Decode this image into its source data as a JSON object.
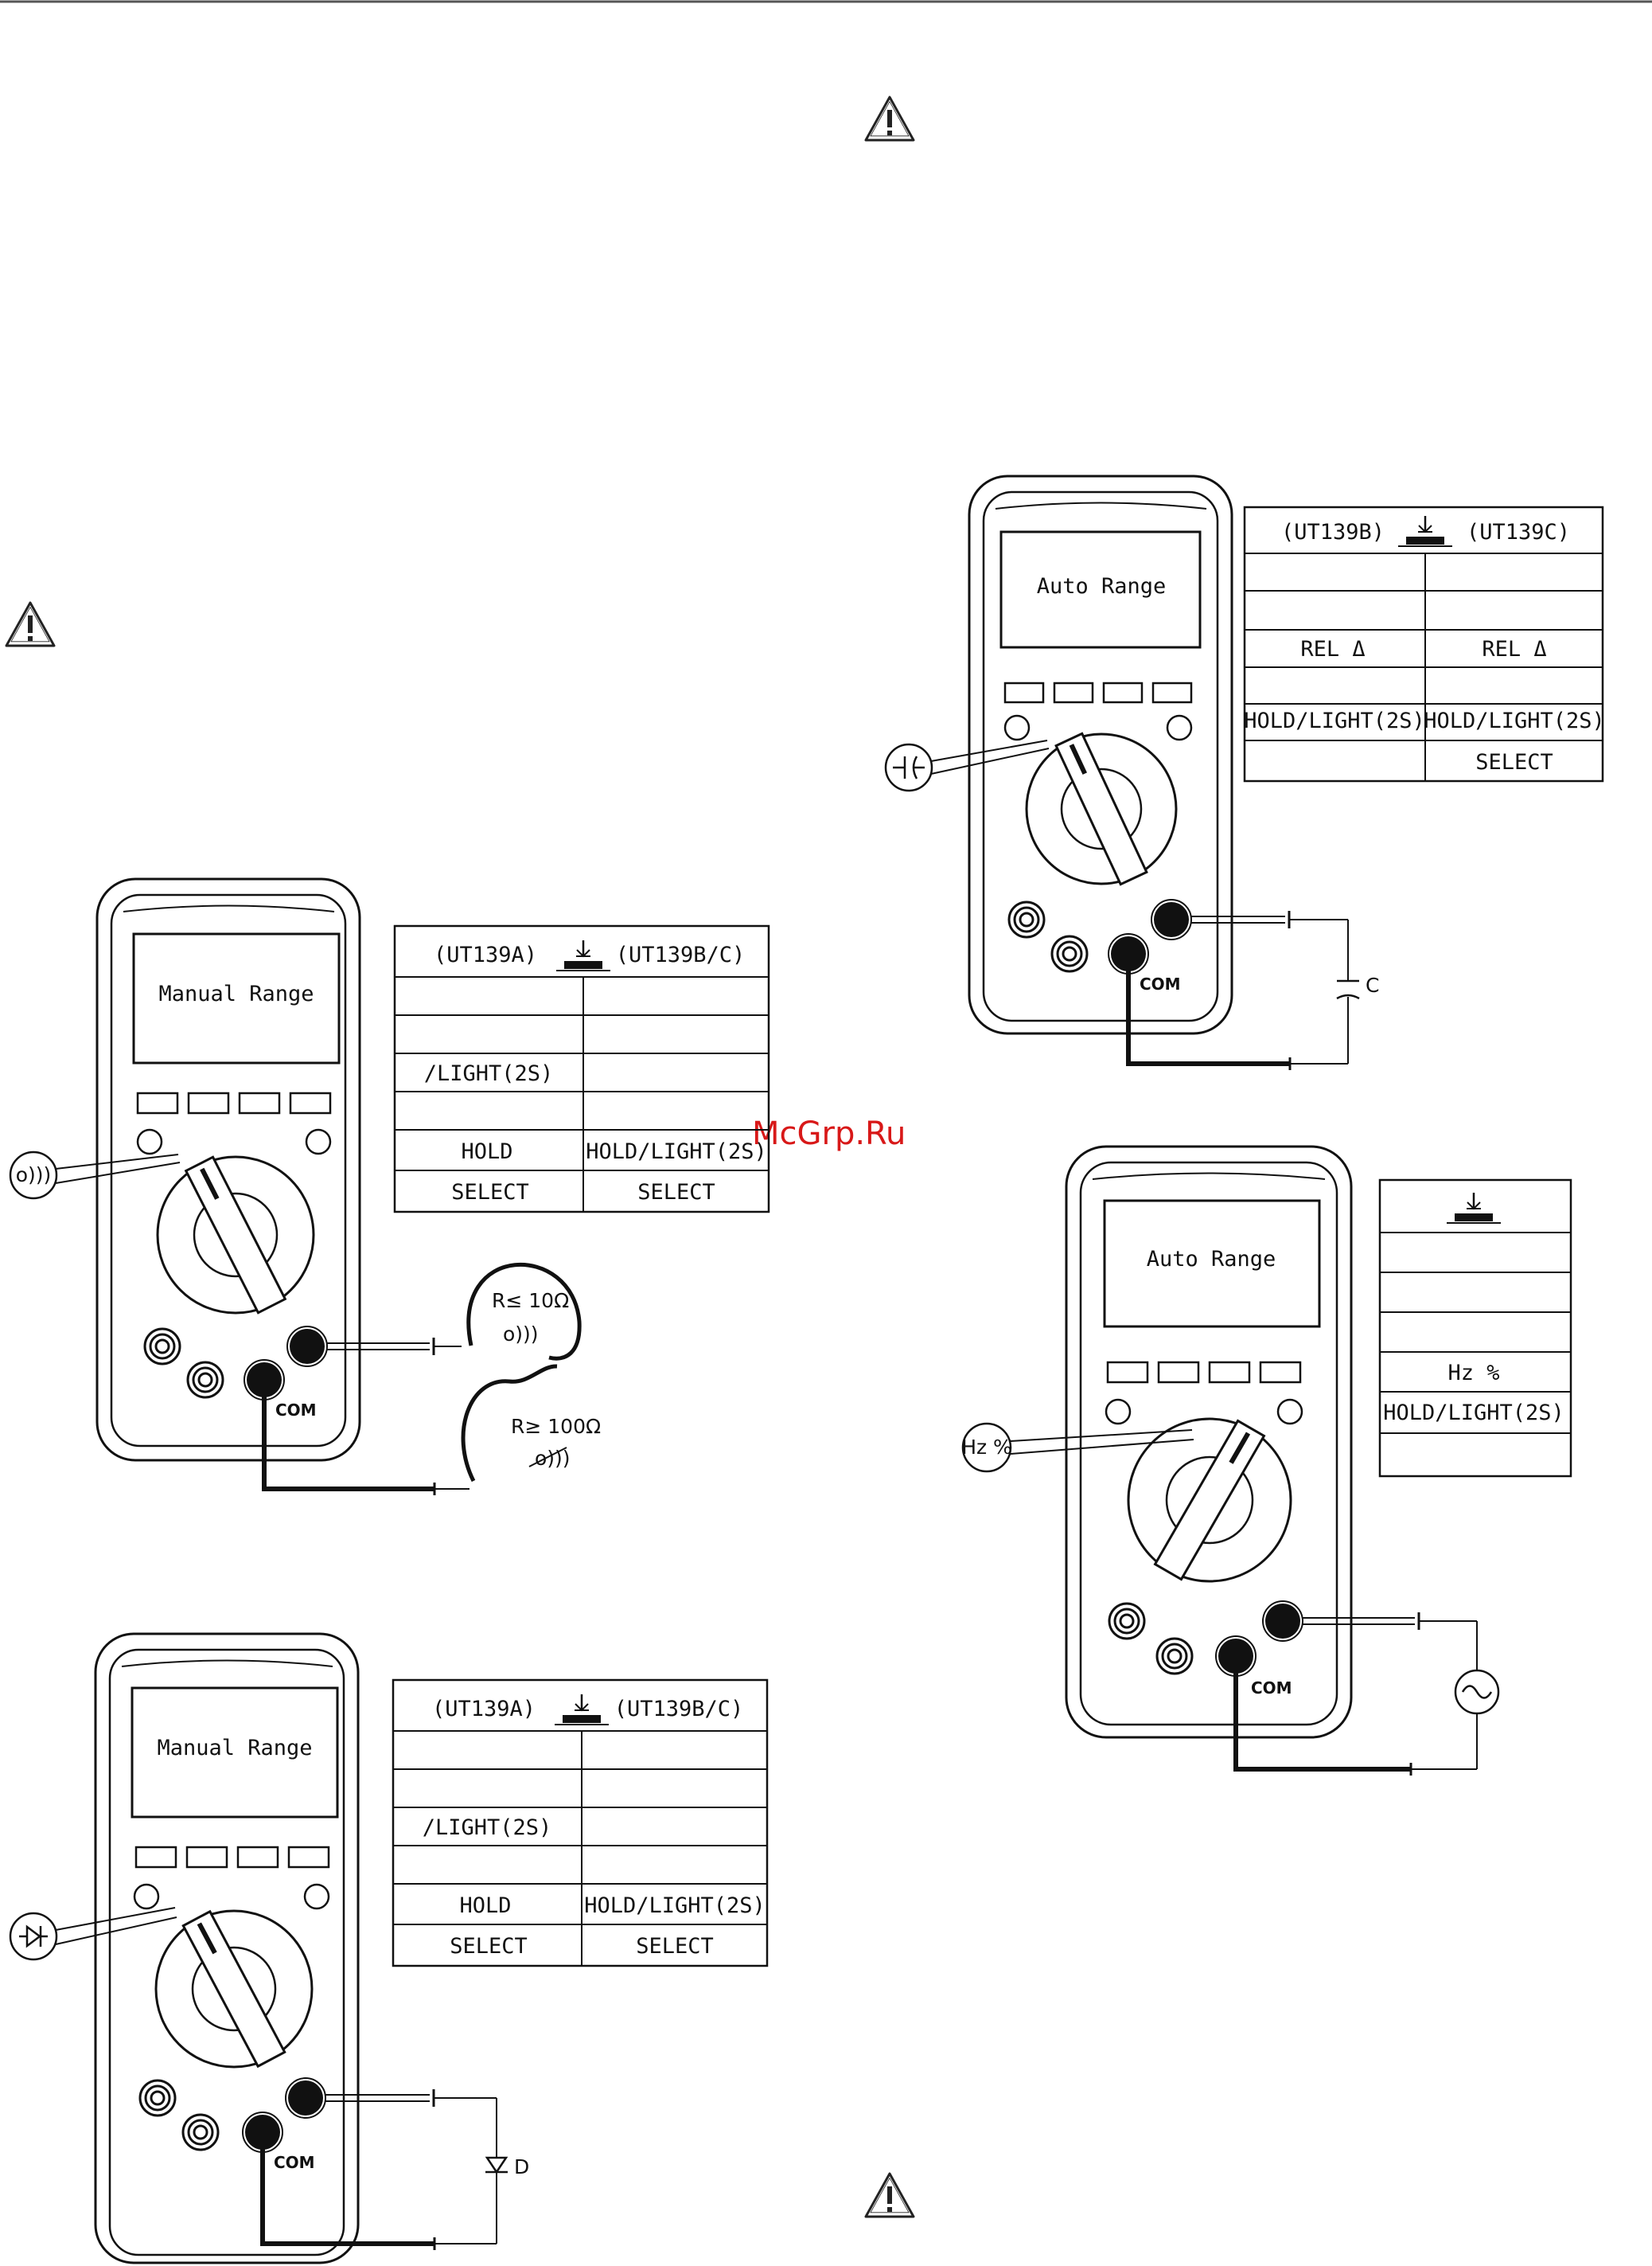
{
  "watermark": "McGrp.Ru",
  "com_label": "COM",
  "meters": {
    "continuity": {
      "lcd": "Manual Range",
      "selector_symbol": "o)))",
      "table": {
        "header_left": "(UT139A)",
        "header_right": "(UT139B/C)",
        "rows": [
          [
            "",
            ""
          ],
          [
            "",
            ""
          ],
          [
            "/LIGHT(2S)",
            ""
          ],
          [
            "",
            ""
          ],
          [
            "HOLD",
            "HOLD/LIGHT(2S)"
          ],
          [
            "SELECT",
            "SELECT"
          ]
        ]
      },
      "probe_labels": {
        "low": "R≤ 10Ω",
        "beep": "o)))",
        "high": "R≥ 100Ω",
        "no_beep": "o)))"
      }
    },
    "diode": {
      "lcd": "Manual Range",
      "table": {
        "header_left": "(UT139A)",
        "header_right": "(UT139B/C)",
        "rows": [
          [
            "",
            ""
          ],
          [
            "",
            ""
          ],
          [
            "/LIGHT(2S)",
            ""
          ],
          [
            "",
            ""
          ],
          [
            "HOLD",
            "HOLD/LIGHT(2S)"
          ],
          [
            "SELECT",
            "SELECT"
          ]
        ]
      },
      "component_label": "D"
    },
    "capacitance": {
      "lcd": "Auto Range",
      "table": {
        "header_left": "(UT139B)",
        "header_right": "(UT139C)",
        "rows": [
          [
            "",
            ""
          ],
          [
            "",
            ""
          ],
          [
            "REL Δ",
            "REL Δ"
          ],
          [
            "",
            ""
          ],
          [
            "HOLD/LIGHT(2S)",
            "HOLD/LIGHT(2S)"
          ],
          [
            "",
            "SELECT"
          ]
        ]
      },
      "component_label": "C"
    },
    "frequency": {
      "lcd": "Auto Range",
      "selector_symbol": "Hz %",
      "table": {
        "rows": [
          "",
          "",
          "",
          "Hz %",
          "HOLD/LIGHT(2S)",
          ""
        ]
      }
    }
  }
}
